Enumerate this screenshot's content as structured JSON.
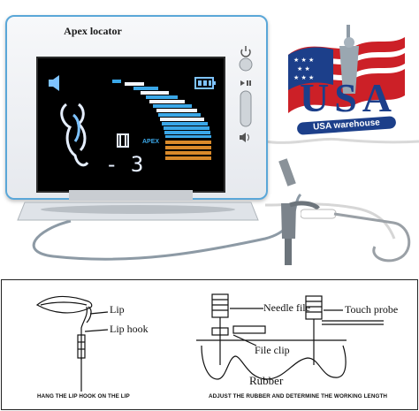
{
  "device": {
    "brand": "Apex locator",
    "screen": {
      "depth_value": "- 3",
      "apex_label": "APEX"
    }
  },
  "badge": {
    "country": "USA",
    "text": "USA warehouse"
  },
  "diagram": {
    "left": {
      "label_lip": "Lip",
      "label_hook": "Lip hook",
      "caption": "HANG THE LIP HOOK ON THE LIP"
    },
    "right": {
      "label_needle": "Needle file",
      "label_touch": "Touch probe",
      "label_clip": "File clip",
      "label_rubber": "Rubber",
      "caption": "ADJUST THE RUBBER AND DETERMINE THE WORKING LENGTH"
    }
  },
  "colors": {
    "bar_blue": "#3aa7e8",
    "bar_white": "#f4f7ff",
    "bar_orange": "#d98a2a",
    "frame_blue": "#5aa7d8"
  }
}
